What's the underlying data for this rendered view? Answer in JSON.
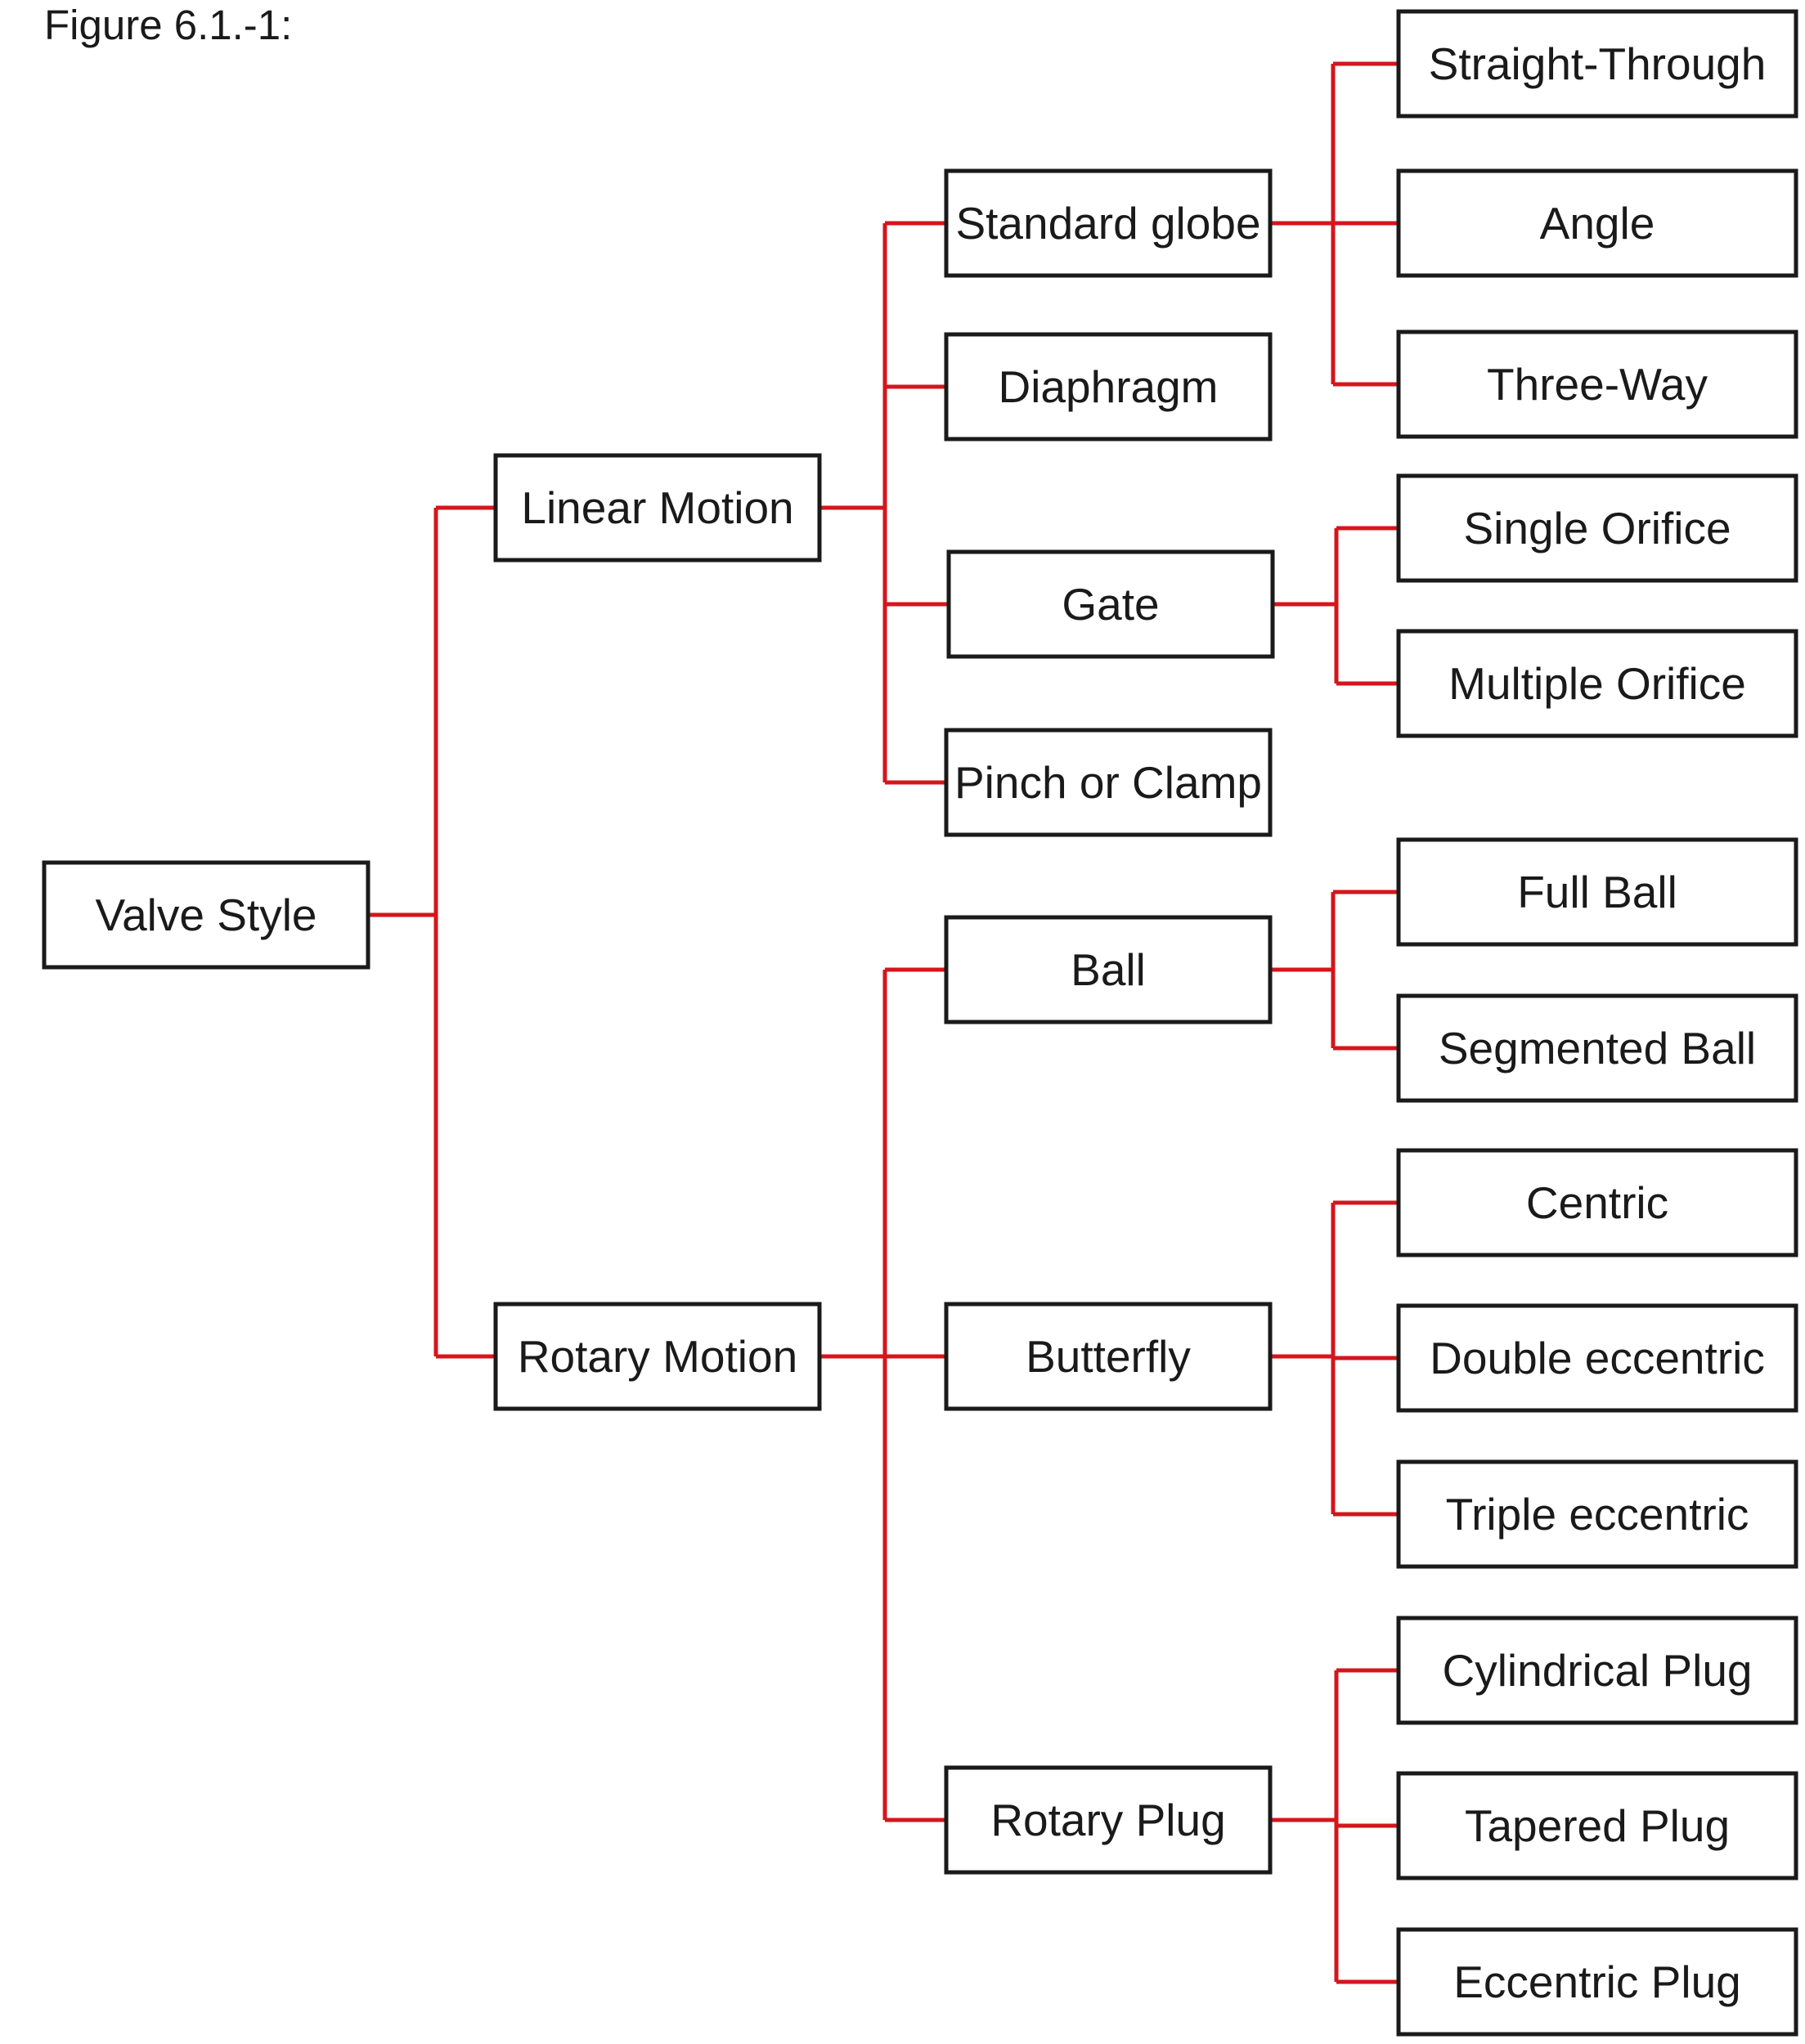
{
  "caption": "Figure 6.1.-1:",
  "colors": {
    "connector": "#d4161c",
    "box_border": "#1a1a1a",
    "text": "#1a1a1a",
    "background": "#ffffff"
  },
  "nodes": {
    "valve_style": "Valve Style",
    "linear_motion": "Linear Motion",
    "rotary_motion": "Rotary Motion",
    "standard_globe": "Standard globe",
    "diaphragm": "Diaphragm",
    "gate": "Gate",
    "pinch_or_clamp": "Pinch or Clamp",
    "ball": "Ball",
    "butterfly": "Butterfly",
    "rotary_plug": "Rotary Plug",
    "straight_through": "Straight-Through",
    "angle": "Angle",
    "three_way": "Three-Way",
    "single_orifice": "Single Orifice",
    "multiple_orifice": "Multiple Orifice",
    "full_ball": "Full Ball",
    "segmented_ball": "Segmented Ball",
    "centric": "Centric",
    "double_eccentric": "Double eccentric",
    "triple_eccentric": "Triple eccentric",
    "cylindrical_plug": "Cylindrical Plug",
    "tapered_plug": "Tapered Plug",
    "eccentric_plug": "Eccentric Plug"
  }
}
